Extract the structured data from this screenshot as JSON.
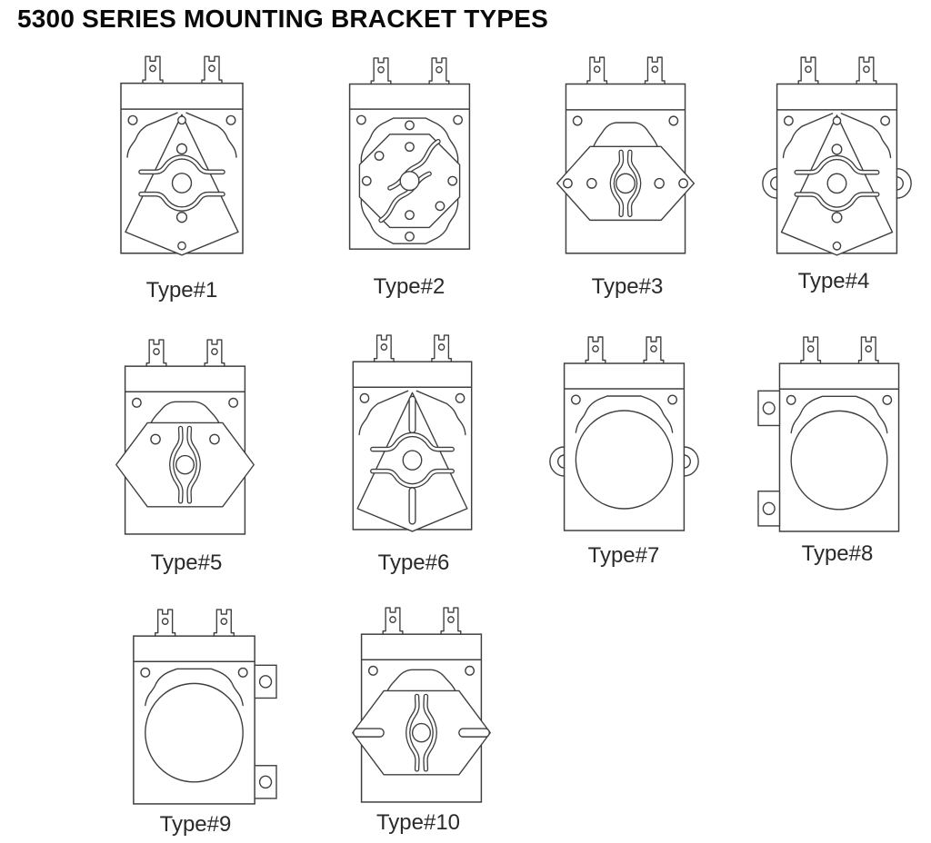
{
  "title": "5300 SERIES MOUNTING BRACKET TYPES",
  "colors": {
    "line": "#3f3f3f",
    "label": "#2a2a2a",
    "title": "#0a0a0a",
    "background": "#ffffff"
  },
  "figures": [
    {
      "label": "Type#1",
      "variant": "kite-plate",
      "description": "diamond bracket, axis holes, wave slots"
    },
    {
      "label": "Type#2",
      "variant": "octagon-plate",
      "description": "octagon bracket, ring of holes, S-curve slots"
    },
    {
      "label": "Type#3",
      "variant": "hex-point-holes",
      "description": "hex bracket, holes in side points, vertical wave slots"
    },
    {
      "label": "Type#4",
      "variant": "kite-ears",
      "description": "diamond bracket with round side ear lugs"
    },
    {
      "label": "Type#5",
      "variant": "hex-plain",
      "description": "hex bracket, plain side points, vertical wave slots"
    },
    {
      "label": "Type#6",
      "variant": "kite-slots",
      "description": "diamond bracket with long vertical slots"
    },
    {
      "label": "Type#7",
      "variant": "round-ears",
      "description": "round can with round side ear lugs"
    },
    {
      "label": "Type#8",
      "variant": "round-left-tabs",
      "description": "round can with two square tabs on left"
    },
    {
      "label": "Type#9",
      "variant": "round-right-tabs",
      "description": "round can with two square tabs on right"
    },
    {
      "label": "Type#10",
      "variant": "hex-point-slots",
      "description": "hex bracket with slotted side points"
    }
  ]
}
